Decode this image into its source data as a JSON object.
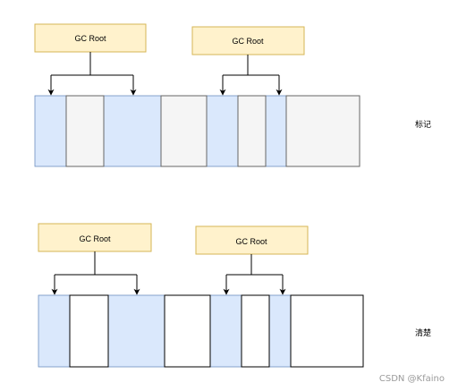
{
  "colors": {
    "gc_root_fill": "#fff2cc",
    "gc_root_border": "#d6b656",
    "reachable_fill": "#dae8fc",
    "reachable_border": "#6c8ebf",
    "garbage_fill_marked": "#f5f5f5",
    "garbage_border_marked": "#666666",
    "free_fill_swept": "#ffffff",
    "free_border_swept": "#000000"
  },
  "diagrams": {
    "mark": {
      "phase_label": "标记",
      "roots": [
        {
          "label": "GC Root"
        },
        {
          "label": "GC Root"
        }
      ]
    },
    "sweep": {
      "phase_label": "清楚",
      "roots": [
        {
          "label": "GC Root"
        },
        {
          "label": "GC Root"
        }
      ]
    }
  },
  "watermark": "CSDN @Kfaino"
}
